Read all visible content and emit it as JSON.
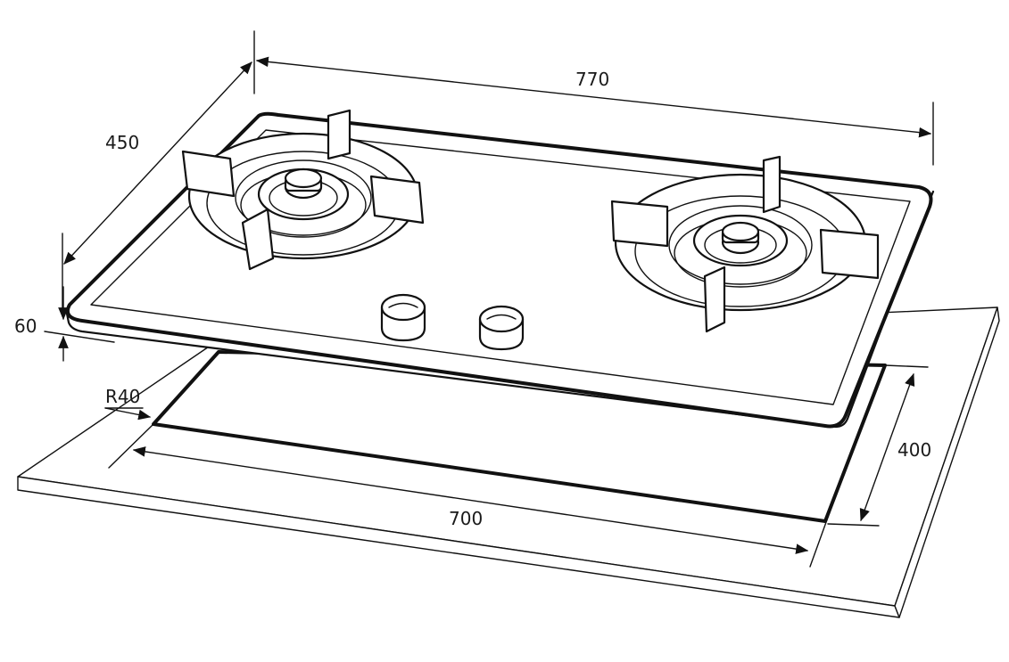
{
  "diagram": {
    "dimensions": {
      "overall_width": "770",
      "overall_depth": "450",
      "height": "60",
      "corner_radius": "R40",
      "cutout_width": "700",
      "cutout_depth": "400"
    },
    "colors": {
      "line": "#111111",
      "background": "#ffffff"
    },
    "icons": {
      "burner_left": "burner-icon",
      "burner_right": "burner-icon",
      "knob_left": "knob-icon",
      "knob_right": "knob-icon"
    }
  }
}
